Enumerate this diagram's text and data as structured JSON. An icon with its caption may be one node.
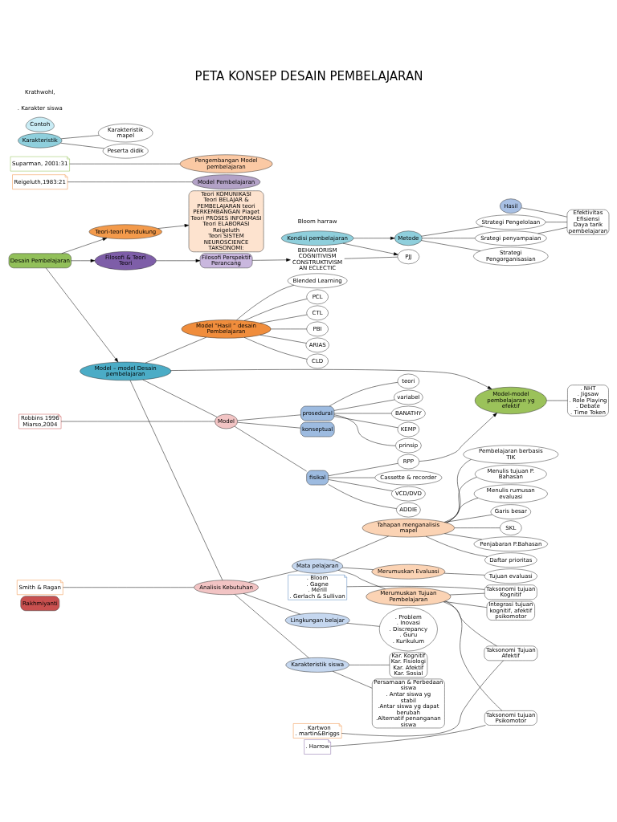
{
  "diagram": {
    "title": "PETA KONSEP DESAIN PEMBELAJARAN",
    "nodes": [
      {
        "text": [
          "Rakhmiyanti"
        ]
      },
      {
        "text": [
          "Desain Pembelajaran"
        ]
      },
      {
        "text": [
          "Filosofi & Teori",
          "Teori"
        ]
      },
      {
        "text": [
          "Teori-teori Pendukung"
        ]
      },
      {
        "text": [
          "Teori KOMUNIKASI",
          "Teori BELAJAR & PEMBELAJARAN teori PERKEMBANGAN Piaget",
          "Teori PROSES INFORMASI",
          "Teori ELABORASI Reigeluth",
          "Teori SISTEM",
          "NEUROSCIENCE",
          "TAKSONOMI:"
        ]
      },
      {
        "text": [
          "Filosofi Perspektif Perancang"
        ]
      },
      {
        "text": [
          "BEHAVIORISM",
          "COGNITIVISM",
          "CONSTRUKTIVISM",
          "AN ECLECTIC"
        ]
      },
      {
        "text": [
          "Model – model Desain pembelajaran"
        ]
      },
      {
        "text": [
          "Robbins 1996",
          "Miarso,2004"
        ]
      },
      {
        "text": [
          "Model"
        ]
      },
      {
        "text": [
          "Model Pembelajaran"
        ]
      },
      {
        "text": [
          "Reigeluth,1983:21"
        ]
      },
      {
        "text": [
          "Pengembangan Model pembelajaran"
        ]
      },
      {
        "text": [
          "Suparman, 2001:31"
        ]
      },
      {
        "text": [
          "prosedural"
        ]
      },
      {
        "text": [
          "konseptual"
        ]
      },
      {
        "text": [
          "fisikal"
        ]
      },
      {
        "text": [
          "teori"
        ]
      },
      {
        "text": [
          "variabel"
        ]
      },
      {
        "text": [
          "BANATHY"
        ]
      },
      {
        "text": [
          "KEMP"
        ]
      },
      {
        "text": [
          "Cassette & recorder"
        ]
      },
      {
        "text": [
          "VCD/DVD"
        ]
      },
      {
        "text": [
          "ADDIE"
        ]
      },
      {
        "text": [
          "RPP"
        ]
      },
      {
        "text": [
          "prinsip"
        ]
      },
      {
        "text": [
          "PJJ"
        ]
      },
      {
        "text": [
          "Kondisi pembelajaran"
        ]
      },
      {
        "text": [
          "Karakteristik"
        ]
      },
      {
        "text": [
          "Karakteristik",
          "mapel"
        ]
      },
      {
        "text": [
          "Peserta didik"
        ]
      },
      {
        "text": [
          "Contoh"
        ]
      },
      {
        "text": [
          "Metode"
        ]
      },
      {
        "text": [
          "Hasil"
        ]
      },
      {
        "text": [
          "Strategi",
          "Pengorganisasian"
        ]
      },
      {
        "text": [
          "Srategi penyampaian"
        ]
      },
      {
        "text": [
          "Strategi Pengelolaan"
        ]
      },
      {
        "text": [
          "Efektivitas",
          "Efisiensi",
          "Daya tarik pembelajaran"
        ]
      },
      {
        "text": [
          "Model-model pembelajaran yg efektif"
        ]
      },
      {
        "text": [
          ". NHT",
          ". Jigsaw",
          ". Role Playing",
          ". Debate",
          ". Time Token"
        ]
      },
      {
        "text": [
          "Model “Hasil “ desain Pembelajaran"
        ]
      },
      {
        "text": [
          "PCL"
        ]
      },
      {
        "text": [
          "CTL"
        ]
      },
      {
        "text": [
          "PBI"
        ]
      },
      {
        "text": [
          "ARIAS"
        ]
      },
      {
        "text": [
          "CLD"
        ]
      },
      {
        "text": [
          "Blended Learning"
        ]
      },
      {
        "text": [
          "Smith & Ragan"
        ]
      },
      {
        "text": [
          "Analisis Kebutuhan"
        ]
      },
      {
        "text": [
          "Lingkungan belajar"
        ]
      },
      {
        "text": [
          "Karakteristik siswa"
        ]
      },
      {
        "text": [
          "Mata pelajaran"
        ]
      },
      {
        "text": [
          ". Problem",
          ". Inovasi",
          ". Discrepancy",
          ". Guru",
          ". Kurikulum"
        ]
      },
      {
        "text": [
          "Persamaan & Perbedaan siswa",
          ". Antar siswa yg stabil",
          ".Antar siswa yg dapat berubah",
          ".Alternatif penanganan siswa"
        ]
      },
      {
        "text": [
          ". Karakter siswa"
        ]
      },
      {
        "text": [
          "Kar. Kognitif",
          "Kar. Fisiologi",
          "Kar. Afektif",
          "Kar. Sosial"
        ]
      },
      {
        "text": [
          "Tahapan menganalisis mapel"
        ]
      },
      {
        "text": [
          "Garis besar"
        ]
      },
      {
        "text": [
          "SKL"
        ]
      },
      {
        "text": [
          "Penjabaran P.Bahasan"
        ]
      },
      {
        "text": [
          "Daftar prioritas"
        ]
      },
      {
        "text": [
          "Pembelajaran berbasis TIK"
        ]
      },
      {
        "text": [
          "Menulis tujuan P. Bahasan"
        ]
      },
      {
        "text": [
          "Menulis rumusan evaluasi"
        ]
      },
      {
        "text": [
          "Merumuskan Tujuan Pembelajaran"
        ]
      },
      {
        "text": [
          "Taksonomi tujuan Kognitif"
        ]
      },
      {
        "text": [
          "Taksonomi Tujuan Afektif"
        ]
      },
      {
        "text": [
          "Taksonomi tujuan Psikomotor"
        ]
      },
      {
        "text": [
          "Integrasi tujuan kognitif, afektif psikomotor"
        ]
      },
      {
        "text": [
          ". Bloom",
          ". Gagne",
          ". Merill",
          ". Gerlach & Sullivan"
        ]
      },
      {
        "text": [
          ". Kartwon",
          ". martin&Briggs"
        ]
      },
      {
        "text": [
          ". Harrow"
        ]
      },
      {
        "text": [
          "Merumuskan Evaluasi"
        ]
      },
      {
        "text": [
          "Tujuan evaluasi"
        ]
      }
    ],
    "edges": [
      {
        "from": 1,
        "to": 2,
        "arrow": "to"
      },
      {
        "from": 1,
        "to": 3,
        "arrow": "to"
      },
      {
        "from": 1,
        "to": 7,
        "arrow": "to"
      },
      {
        "from": 3,
        "to": 4,
        "arrow": "to"
      },
      {
        "from": 2,
        "to": 5,
        "arrow": "to"
      },
      {
        "from": 5,
        "to": 6,
        "arrow": "to"
      },
      {
        "from": 7,
        "to": 9,
        "arrow": "none"
      },
      {
        "from": 7,
        "to": 40,
        "arrow": "none"
      },
      {
        "from": 7,
        "to": 48,
        "arrow": "none"
      },
      {
        "from": 7,
        "to": 38,
        "arrow": "to"
      },
      {
        "from": 8,
        "to": 9,
        "arrow": "none"
      },
      {
        "from": 11,
        "to": 10,
        "arrow": "none"
      },
      {
        "from": 13,
        "to": 12,
        "arrow": "none"
      },
      {
        "from": 47,
        "to": 48,
        "arrow": "none"
      },
      {
        "from": 9,
        "to": 14,
        "arrow": "none"
      },
      {
        "from": 9,
        "to": 15,
        "arrow": "none"
      },
      {
        "from": 9,
        "to": 16,
        "arrow": "none"
      },
      {
        "from": 14,
        "to": 17,
        "arrow": "none"
      },
      {
        "from": 14,
        "to": 18,
        "arrow": "none"
      },
      {
        "from": 14,
        "to": 19,
        "arrow": "none"
      },
      {
        "from": 14,
        "to": 20,
        "arrow": "none"
      },
      {
        "from": 14,
        "to": 25,
        "arrow": "none"
      },
      {
        "from": 16,
        "to": 21,
        "arrow": "none"
      },
      {
        "from": 16,
        "to": 22,
        "arrow": "none"
      },
      {
        "from": 16,
        "to": 23,
        "arrow": "none"
      },
      {
        "from": 16,
        "to": 24,
        "arrow": "none"
      },
      {
        "from": 6,
        "to": 26,
        "arrow": "none"
      },
      {
        "from": 27,
        "to": 26,
        "arrow": "to"
      },
      {
        "from": 27,
        "to": 32,
        "arrow": "to"
      },
      {
        "from": 28,
        "to": 29,
        "arrow": "none"
      },
      {
        "from": 28,
        "to": 30,
        "arrow": "none"
      },
      {
        "from": 32,
        "to": 34,
        "arrow": "none"
      },
      {
        "from": 32,
        "to": 35,
        "arrow": "none"
      },
      {
        "from": 32,
        "to": 36,
        "arrow": "none"
      },
      {
        "from": 33,
        "to": 37,
        "arrow": "none"
      },
      {
        "from": 35,
        "to": 37,
        "arrow": "none"
      },
      {
        "from": 36,
        "to": 37,
        "arrow": "none"
      },
      {
        "from": 24,
        "to": 38,
        "arrow": "to"
      },
      {
        "from": 38,
        "to": 39,
        "arrow": "none"
      },
      {
        "from": 40,
        "to": 41,
        "arrow": "none"
      },
      {
        "from": 40,
        "to": 42,
        "arrow": "none"
      },
      {
        "from": 40,
        "to": 43,
        "arrow": "none"
      },
      {
        "from": 40,
        "to": 44,
        "arrow": "none"
      },
      {
        "from": 40,
        "to": 45,
        "arrow": "none"
      },
      {
        "from": 40,
        "to": 46,
        "arrow": "none"
      },
      {
        "from": 48,
        "to": 49,
        "arrow": "none"
      },
      {
        "from": 48,
        "to": 50,
        "arrow": "none"
      },
      {
        "from": 48,
        "to": 51,
        "arrow": "none"
      },
      {
        "from": 49,
        "to": 52,
        "arrow": "none"
      },
      {
        "from": 50,
        "to": 53,
        "arrow": "none"
      },
      {
        "from": 50,
        "to": 55,
        "arrow": "none"
      },
      {
        "from": 51,
        "to": 56,
        "arrow": "none"
      },
      {
        "from": 51,
        "to": 64,
        "arrow": "none"
      },
      {
        "from": 51,
        "to": 72,
        "arrow": "none"
      },
      {
        "from": 56,
        "to": 57,
        "arrow": "none"
      },
      {
        "from": 56,
        "to": 58,
        "arrow": "none"
      },
      {
        "from": 56,
        "to": 59,
        "arrow": "none"
      },
      {
        "from": 56,
        "to": 60,
        "arrow": "none"
      },
      {
        "from": 56,
        "to": 61,
        "arrow": "none"
      },
      {
        "from": 56,
        "to": 62,
        "arrow": "none"
      },
      {
        "from": 56,
        "to": 63,
        "arrow": "none"
      },
      {
        "from": 64,
        "to": 65,
        "arrow": "none"
      },
      {
        "from": 64,
        "to": 66,
        "arrow": "none"
      },
      {
        "from": 64,
        "to": 67,
        "arrow": "none"
      },
      {
        "from": 64,
        "to": 68,
        "arrow": "none"
      },
      {
        "from": 69,
        "to": 65,
        "arrow": "none"
      },
      {
        "from": 70,
        "to": 66,
        "arrow": "none"
      },
      {
        "from": 71,
        "to": 67,
        "arrow": "none"
      },
      {
        "from": 72,
        "to": 73,
        "arrow": "none"
      }
    ],
    "labels": [
      "Bloom harraw",
      "Krathwohl,"
    ]
  }
}
